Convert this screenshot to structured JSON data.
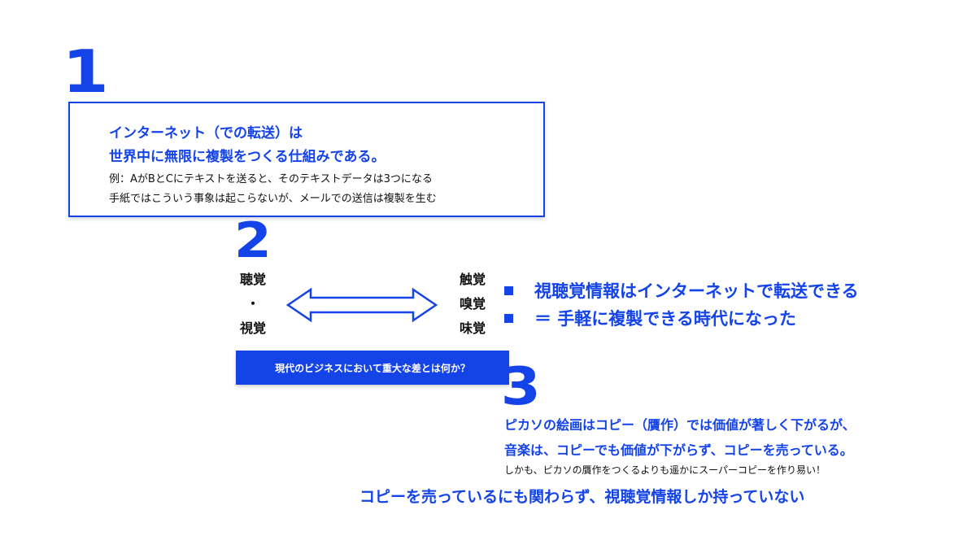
{
  "sections": {
    "one": {
      "number": "1",
      "line1": "インターネット（での転送）は",
      "line2": "世界中に無限に複製をつくる仕組みである。",
      "line3": "例：AがBとCにテキストを送ると、そのテキストデータは3つになる",
      "line4": "手紙ではこういう事象は起こらないが、メールでの送信は複製を生む"
    },
    "two": {
      "number": "2",
      "left_senses": [
        "聴覚",
        "・",
        "視覚"
      ],
      "right_senses": [
        "触覚",
        "嗅覚",
        "味覚"
      ],
      "bullets": [
        "視聴覚情報はインターネットで転送できる",
        "＝ 手軽に複製できる時代になった"
      ],
      "question_button": "現代のビジネスにおいて重大な差とは何か？"
    },
    "three": {
      "number": "3",
      "line1": "ピカソの絵画はコピー（贋作）では価値が著しく下がるが、",
      "line2": "音楽は、コピーでも価値が下がらず、コピーを売っている。",
      "line3": "しかも、ピカソの贋作をつくるよりも遥かにスーパーコピーを作り易い！",
      "line4": "コピーを売っているにも関わらず、視聴覚情報しか持っていない"
    }
  },
  "colors": {
    "accent": "#1443e8",
    "text": "#111111",
    "background": "#ffffff"
  },
  "icons": {
    "arrow": "double-arrow-icon",
    "bullet": "square-bullet-icon"
  }
}
